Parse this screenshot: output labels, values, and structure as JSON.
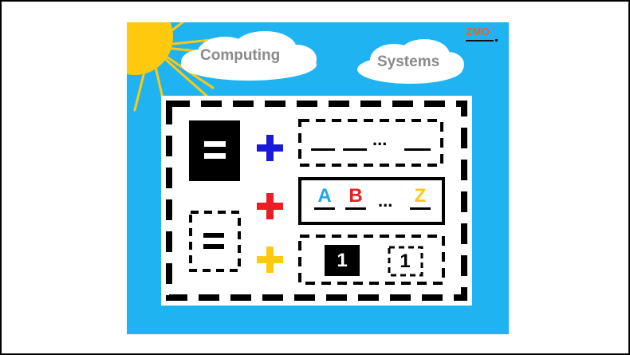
{
  "clouds": {
    "left_label": "Computing",
    "right_label": "Systems"
  },
  "logo": {
    "text": "ZMO"
  },
  "letters": {
    "first": "A",
    "second": "B",
    "last": "Z",
    "ellipsis": "..."
  },
  "blanks": {
    "ellipsis": "..."
  },
  "numbers": {
    "solid": "1",
    "outlined": "1"
  },
  "colors": {
    "sky": "#1fb4f1",
    "sun": "#ffc90e",
    "cloud": "#ffffff",
    "cloud_text": "#8a8a8a",
    "logo_text": "#e8621c",
    "plus_blue": "#1a1adb",
    "plus_red": "#ee1c24",
    "plus_yellow": "#ffc90e",
    "letter_a": "#1fa8e0",
    "letter_b": "#ee1c24",
    "letter_z": "#ffc90e"
  },
  "icons": [
    "sun-icon",
    "cloud-icon",
    "plus-icon",
    "equals-icon"
  ]
}
